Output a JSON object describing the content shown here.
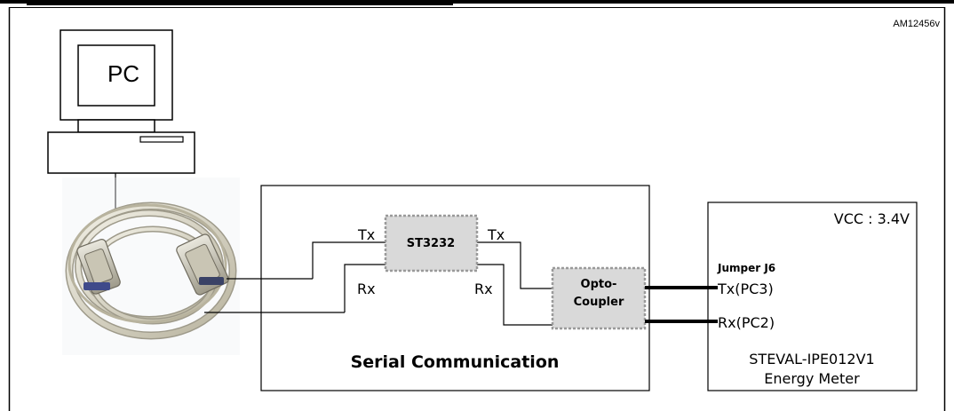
{
  "figure_ref": "AM12456v",
  "pc": {
    "label": "PC"
  },
  "serial_block": {
    "title": "Serial Communication",
    "transceiver": "ST3232",
    "optocoupler_line1": "Opto-",
    "optocoupler_line2": "Coupler",
    "tx_in": "Tx",
    "rx_in": "Rx",
    "tx_out": "Tx",
    "rx_out": "Rx"
  },
  "meter": {
    "vcc": "VCC : 3.4V",
    "jumper": "Jumper J6",
    "tx_pin": "Tx(PC3)",
    "rx_pin": "Rx(PC2)",
    "name_line1": "STEVAL-IPE012V1",
    "name_line2": "Energy Meter"
  },
  "colors": {
    "chip_fill": "#d9d9d9",
    "chip_border": "#9a9a9a",
    "cable": "#d8d4c3",
    "line": "#000000"
  }
}
